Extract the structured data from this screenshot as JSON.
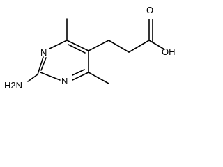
{
  "molecule": {
    "atoms": {
      "ring_n_top": "N",
      "ring_n_bottom": "N",
      "amino": "H2N",
      "carbonyl_o": "O",
      "hydroxyl": "OH"
    }
  }
}
